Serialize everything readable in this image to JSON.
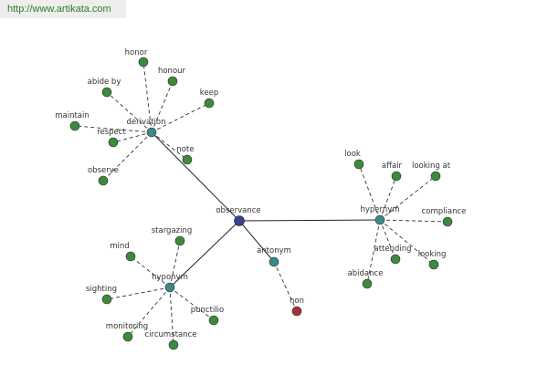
{
  "site_link": "http://www.artikata.com",
  "colors": {
    "center_node": "#3a3f8f",
    "relation_node": "#3a8a8a",
    "leaf_node": "#3d8a3d",
    "antonym_leaf": "#a83030",
    "solid_edge": "#222222",
    "dashed_edge": "#333333"
  },
  "graph": {
    "center": {
      "id": "observance",
      "label": "observance"
    },
    "hubs": [
      {
        "id": "derivation",
        "label": "derivation",
        "leaves": [
          {
            "id": "honor",
            "label": "honor"
          },
          {
            "id": "honour",
            "label": "honour"
          },
          {
            "id": "abide_by",
            "label": "abide by"
          },
          {
            "id": "keep",
            "label": "keep"
          },
          {
            "id": "maintain",
            "label": "maintain"
          },
          {
            "id": "respect",
            "label": "respect"
          },
          {
            "id": "note",
            "label": "note"
          },
          {
            "id": "observe",
            "label": "observe"
          }
        ]
      },
      {
        "id": "hypernym",
        "label": "hypernym",
        "leaves": [
          {
            "id": "look",
            "label": "look"
          },
          {
            "id": "affair",
            "label": "affair"
          },
          {
            "id": "looking_at",
            "label": "looking at"
          },
          {
            "id": "compliance",
            "label": "compliance"
          },
          {
            "id": "attending",
            "label": "attending"
          },
          {
            "id": "looking",
            "label": "looking"
          },
          {
            "id": "abidance",
            "label": "abidance"
          }
        ]
      },
      {
        "id": "hyponym",
        "label": "hyponym",
        "leaves": [
          {
            "id": "stargazing",
            "label": "stargazing"
          },
          {
            "id": "mind",
            "label": "mind"
          },
          {
            "id": "sighting",
            "label": "sighting"
          },
          {
            "id": "punctilio",
            "label": "punctilio"
          },
          {
            "id": "monitoring",
            "label": "monitoring"
          },
          {
            "id": "circumstance",
            "label": "circumstance"
          }
        ]
      },
      {
        "id": "antonym",
        "label": "antonym",
        "leaves": [
          {
            "id": "non",
            "label": "non",
            "variant": "antonym"
          }
        ]
      }
    ]
  }
}
